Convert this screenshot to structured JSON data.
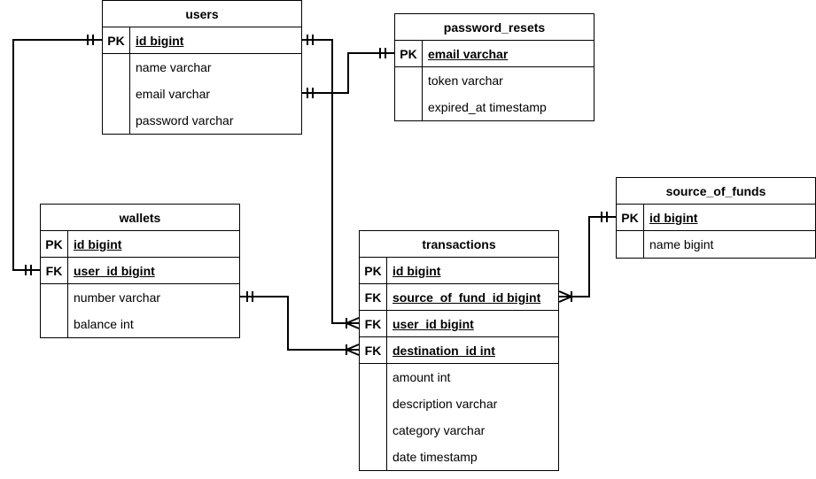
{
  "entities": {
    "users": {
      "title": "users",
      "fields": [
        {
          "key": "PK",
          "name": "id bigint"
        },
        {
          "key": "",
          "name": "name varchar"
        },
        {
          "key": "",
          "name": "email varchar"
        },
        {
          "key": "",
          "name": "password varchar"
        }
      ]
    },
    "password_resets": {
      "title": "password_resets",
      "fields": [
        {
          "key": "PK",
          "name": "email varchar"
        },
        {
          "key": "",
          "name": "token varchar"
        },
        {
          "key": "",
          "name": "expired_at timestamp"
        }
      ]
    },
    "wallets": {
      "title": "wallets",
      "fields": [
        {
          "key": "PK",
          "name": "id bigint"
        },
        {
          "key": "FK",
          "name": "user_id bigint"
        },
        {
          "key": "",
          "name": "number varchar"
        },
        {
          "key": "",
          "name": "balance int"
        }
      ]
    },
    "transactions": {
      "title": "transactions",
      "fields": [
        {
          "key": "PK",
          "name": "id bigint"
        },
        {
          "key": "FK",
          "name": "source_of_fund_id bigint"
        },
        {
          "key": "FK",
          "name": "user_id bigint"
        },
        {
          "key": "FK",
          "name": "destination_id int"
        },
        {
          "key": "",
          "name": "amount int"
        },
        {
          "key": "",
          "name": "description varchar"
        },
        {
          "key": "",
          "name": "category varchar"
        },
        {
          "key": "",
          "name": "date timestamp"
        }
      ]
    },
    "source_of_funds": {
      "title": "source_of_funds",
      "fields": [
        {
          "key": "PK",
          "name": "id bigint"
        },
        {
          "key": "",
          "name": "name bigint"
        }
      ]
    }
  },
  "relationships": [
    {
      "from": "users.id",
      "to": "wallets.user_id",
      "from_card": "one-and-only-one",
      "to_card": "one-and-only-one"
    },
    {
      "from": "users.email",
      "to": "password_resets.email",
      "from_card": "one-and-only-one",
      "to_card": "one-and-only-one"
    },
    {
      "from": "users.id",
      "to": "transactions.user_id",
      "from_card": "one-and-only-one",
      "to_card": "one-or-many"
    },
    {
      "from": "wallets.number",
      "to": "transactions.destination_id",
      "from_card": "one-and-only-one",
      "to_card": "one-or-many"
    },
    {
      "from": "source_of_funds.id",
      "to": "transactions.source_of_fund_id",
      "from_card": "one-and-only-one",
      "to_card": "one-or-many"
    }
  ]
}
